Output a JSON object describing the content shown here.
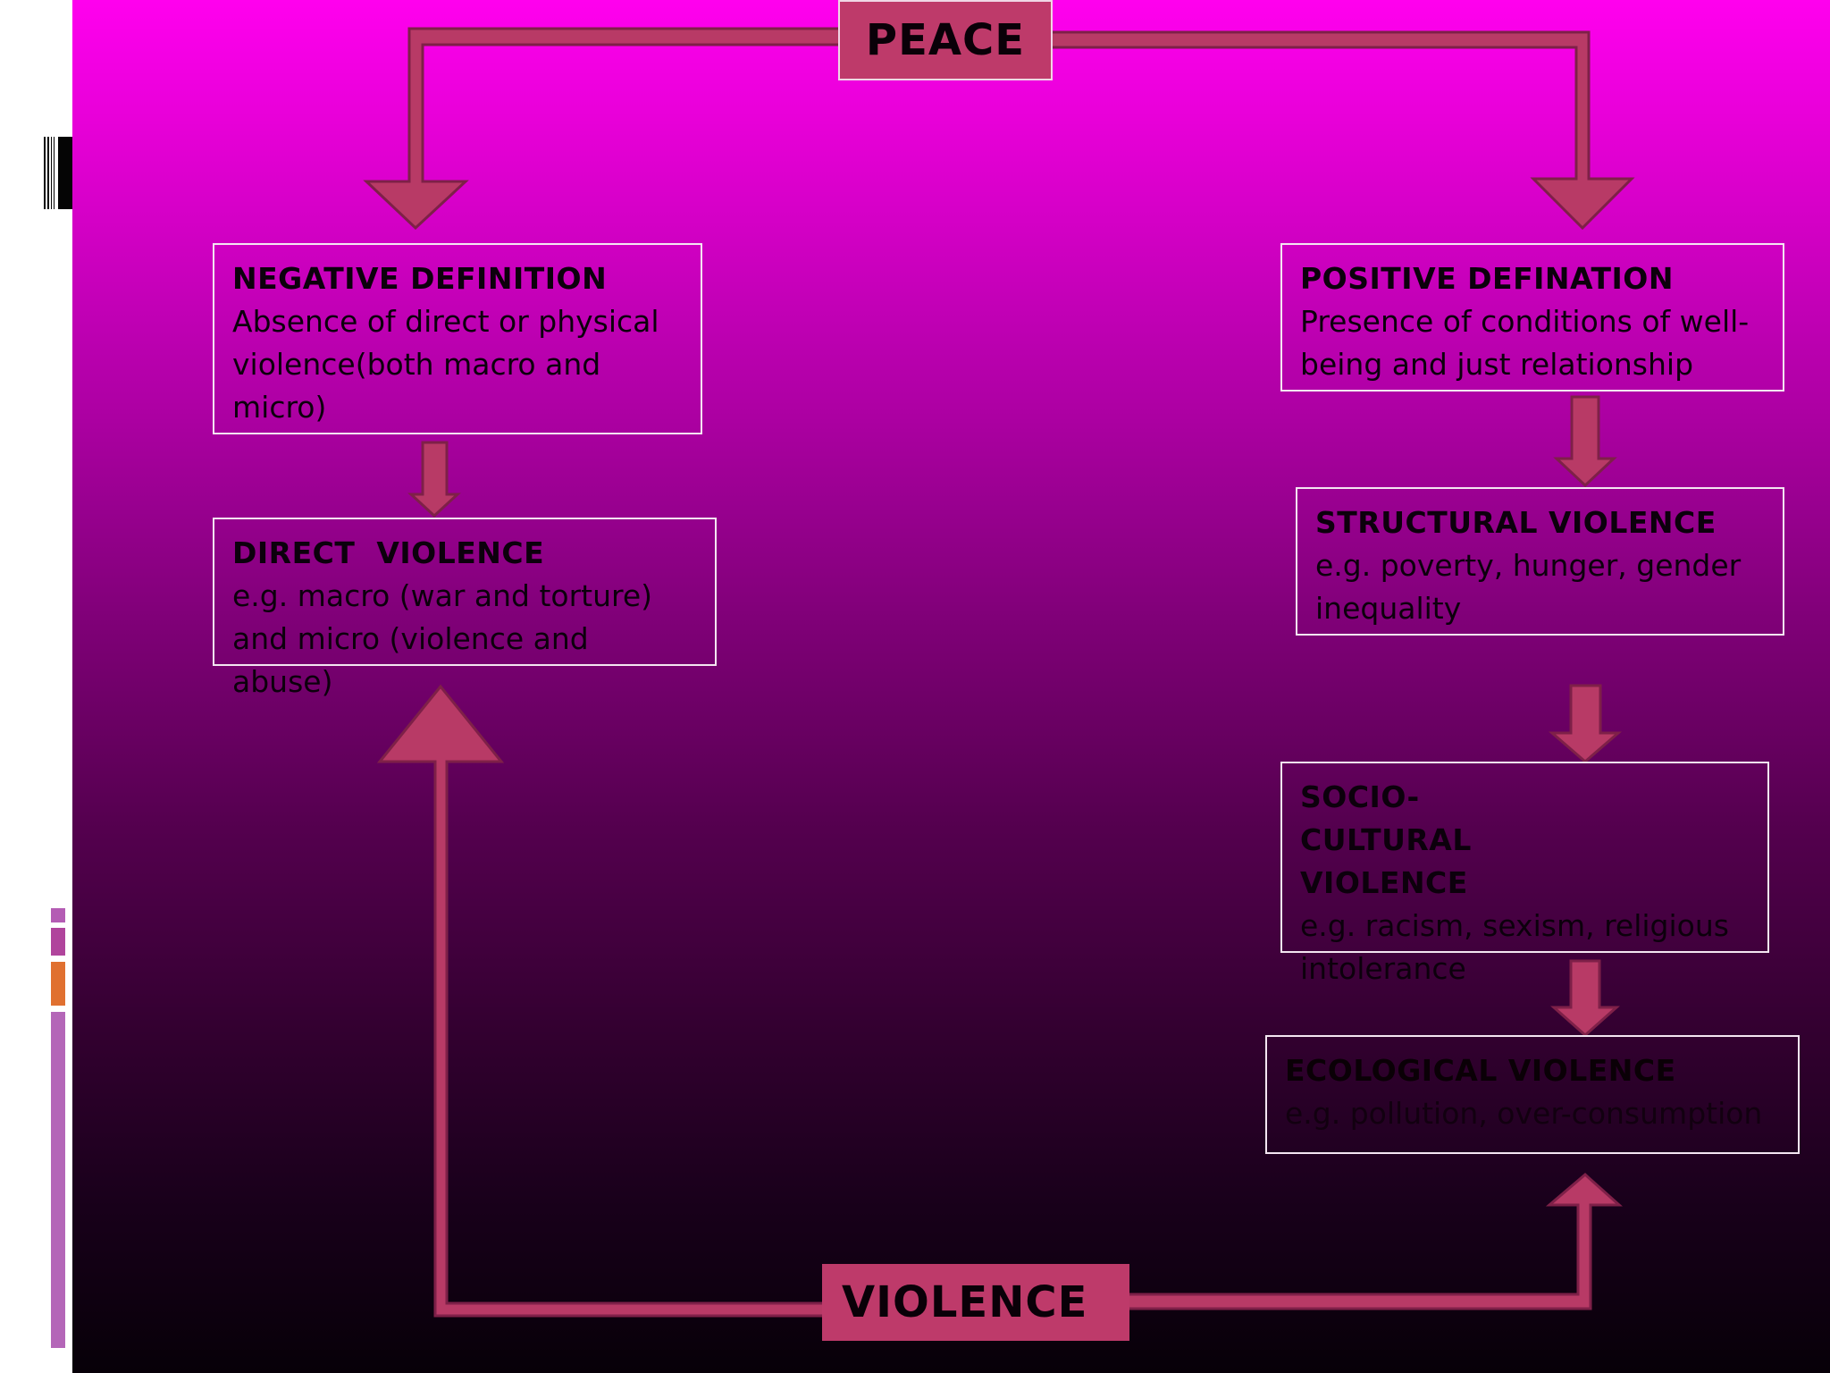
{
  "slide": {
    "background_top": "#ff00ee",
    "background_bottom": "#070008",
    "accent_color": "#be3a6a"
  },
  "nodes": {
    "peace": "PEACE",
    "violence": "VIOLENCE",
    "negative": {
      "title": "NEGATIVE DEFINITION",
      "desc": "Absence of direct or physical violence(both macro and micro)"
    },
    "positive": {
      "title": "POSITIVE DEFINATION",
      "desc": "Presence of conditions of well-being and just relationship"
    },
    "direct": {
      "title": "DIRECT  VIOLENCE",
      "desc": "e.g. macro (war and torture) and micro (violence and abuse)"
    },
    "structural": {
      "title": "STRUCTURAL VIOLENCE",
      "desc": "e.g. poverty, hunger, gender inequality"
    },
    "socio": {
      "title": "SOCIO-CULTURAL VIOLENCE",
      "desc": "e.g. racism, sexism, religious intolerance"
    },
    "ecological": {
      "title": "ECOLOGICAL VIOLENCE",
      "desc": "e.g. pollution, over-consumption"
    }
  },
  "decor": {
    "side_bar_colors": [
      "#b45cb4",
      "#b0449c",
      "#e07030",
      "#b466b8"
    ]
  }
}
